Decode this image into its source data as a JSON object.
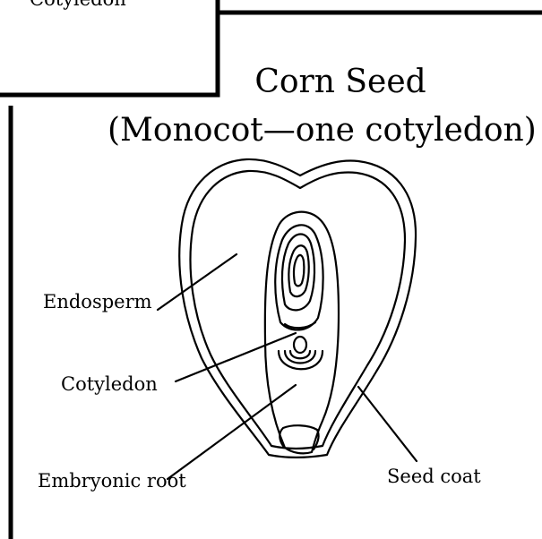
{
  "header": {
    "prev_panel_label": "Cotyledon"
  },
  "diagram": {
    "title_line1": "Corn Seed",
    "title_line2": "(Monocot—one cotyledon)",
    "labels": {
      "endosperm": "Endosperm",
      "cotyledon": "Cotyledon",
      "embryonic_root": "Embryonic root",
      "seed_coat": "Seed coat"
    }
  }
}
